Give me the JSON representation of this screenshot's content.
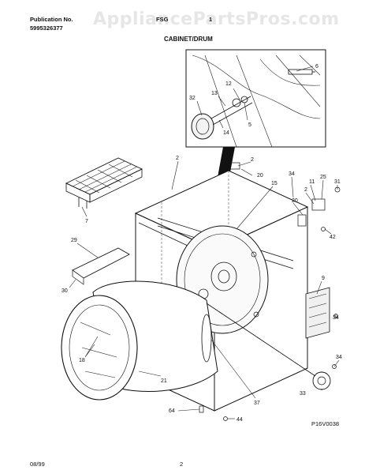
{
  "header": {
    "publication_label": "Publication No.",
    "publication_number": "5995326377",
    "model_partial": "FSG",
    "model_partial_right": "1",
    "section_title": "CABINET/DRUM",
    "watermark": "AppliancePartsPros.com"
  },
  "callouts": [
    "6",
    "12",
    "13",
    "32",
    "5",
    "14",
    "2",
    "2",
    "20",
    "34",
    "25",
    "20",
    "11",
    "2",
    "31",
    "15",
    "7",
    "42",
    "29",
    "30",
    "9",
    "34",
    "18",
    "34",
    "21",
    "37",
    "33",
    "64",
    "44"
  ],
  "footer": {
    "date": "08/99",
    "page": "2",
    "figure_code": "P16V0038"
  }
}
